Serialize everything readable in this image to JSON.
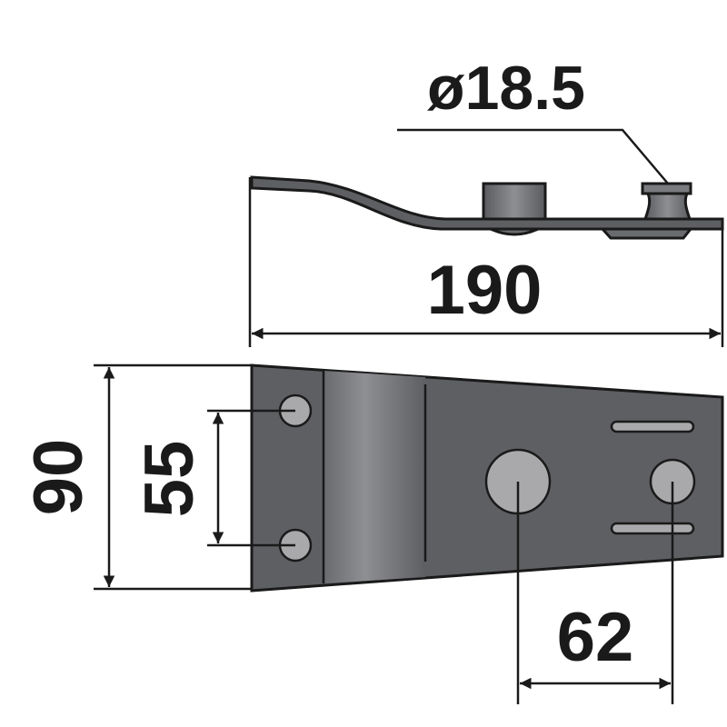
{
  "dimensions": {
    "hole_diameter": "ø18.5",
    "total_length": "190",
    "width": "90",
    "hole_spacing_vertical": "55",
    "hole_spacing_horizontal": "62"
  },
  "colors": {
    "plate": "#5e5f63",
    "plate_light": "#8a8b8f",
    "hole": "#a9a9ab",
    "line": "#1a1a1a"
  }
}
